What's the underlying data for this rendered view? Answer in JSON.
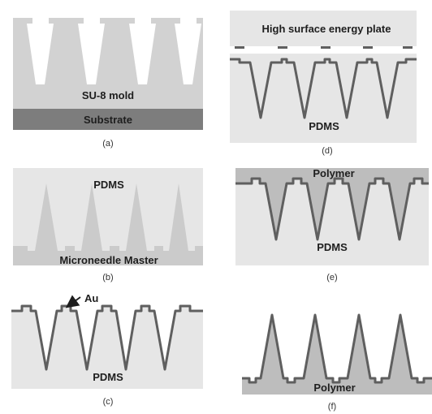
{
  "colors": {
    "background": "#ffffff",
    "panel_fill": "#e6e6e6",
    "mold_fill": "#d2d2d2",
    "substrate_fill": "#7d7d7d",
    "polymer_fill": "#bdbdbd",
    "outline": "#5f5f5f",
    "text": "#1e1e1e"
  },
  "panels": {
    "a": {
      "caption": "(a)",
      "mold_label": "SU-8 mold",
      "substrate_label": "Substrate"
    },
    "b": {
      "caption": "(b)",
      "top_label": "PDMS",
      "bottom_label": "Microneedle Master"
    },
    "c": {
      "caption": "(c)",
      "layer_label": "Au",
      "body_label": "PDMS"
    },
    "d": {
      "caption": "(d)",
      "plate_label": "High surface energy plate",
      "body_label": "PDMS"
    },
    "e": {
      "caption": "(e)",
      "top_label": "Polymer",
      "body_label": "PDMS"
    },
    "f": {
      "caption": "(f)",
      "body_label": "Polymer"
    }
  }
}
